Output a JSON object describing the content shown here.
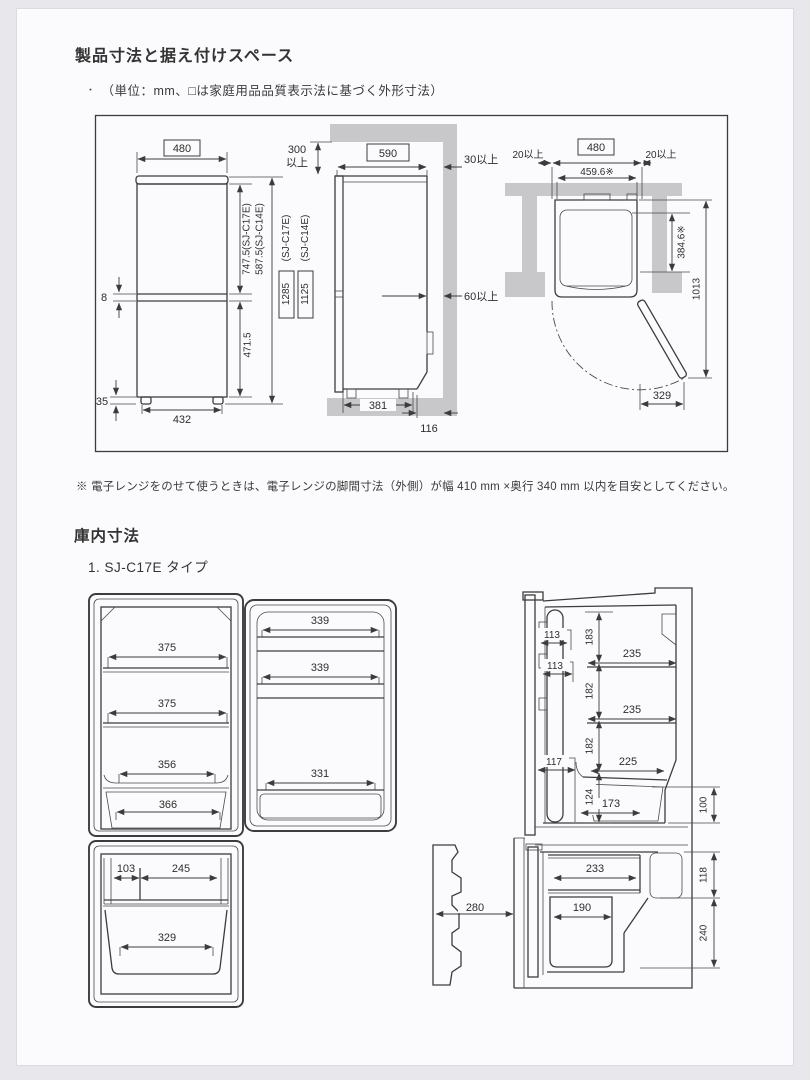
{
  "page": {
    "title": "製品寸法と据え付けスペース",
    "bullet": "・",
    "unit_note": "（単位：mm、□は家庭用品品質表示法に基づく外形寸法）",
    "microwave_note": "※ 電子レンジをのせて使うときは、電子レンジの脚間寸法（外側）が幅 410 mm ×奥行 340 mm 以内を目安としてください。",
    "interior_heading": "庫内寸法",
    "interior_sub": "1. SJ-C17E タイプ"
  },
  "colors": {
    "wall_gray": "#c8c8ca",
    "line": "#3c3c3c",
    "background": "#e7e7ec"
  },
  "exterior": {
    "front": {
      "width": "480",
      "upper_c17": "747.5(SJ-C17E)",
      "upper_c14": "587.5(SJ-C14E)",
      "gap": "8",
      "lower": "471.5",
      "foot": "35",
      "base": "432",
      "total_c17": "1285",
      "total_c17_model": "(SJ-C17E)",
      "total_c14": "1125",
      "total_c14_model": "(SJ-C14E)"
    },
    "side": {
      "top_clear_num": "300",
      "top_clear_unit": "以上",
      "depth": "590",
      "rear_clear": "30以上",
      "back_clear": "60以上",
      "base": "381",
      "front": "116"
    },
    "top": {
      "clear_left": "20以上",
      "width": "480",
      "clear_right": "20以上",
      "body_width": "459.6※",
      "body_depth": "384.6※",
      "swing": "1013",
      "door": "329"
    }
  },
  "interior": {
    "front": {
      "shelf1": "375",
      "shelf2": "375",
      "shelf3": "356",
      "case": "366",
      "fz_left": "103",
      "fz_right": "245",
      "fz_basket": "329"
    },
    "door": {
      "pocket1": "339",
      "pocket2": "339",
      "pocket3": "331"
    },
    "side": {
      "pocket1": "113",
      "pocket2": "113",
      "pocket3": "117",
      "h1": "183",
      "h2": "182",
      "h3": "182",
      "h4": "124",
      "shelf1": "235",
      "shelf2": "235",
      "shelf3": "225",
      "case": "173",
      "front_h": "100",
      "tray": "233",
      "basket": "190",
      "fz_h1": "118",
      "fz_h2": "240",
      "door_clear": "280"
    }
  }
}
